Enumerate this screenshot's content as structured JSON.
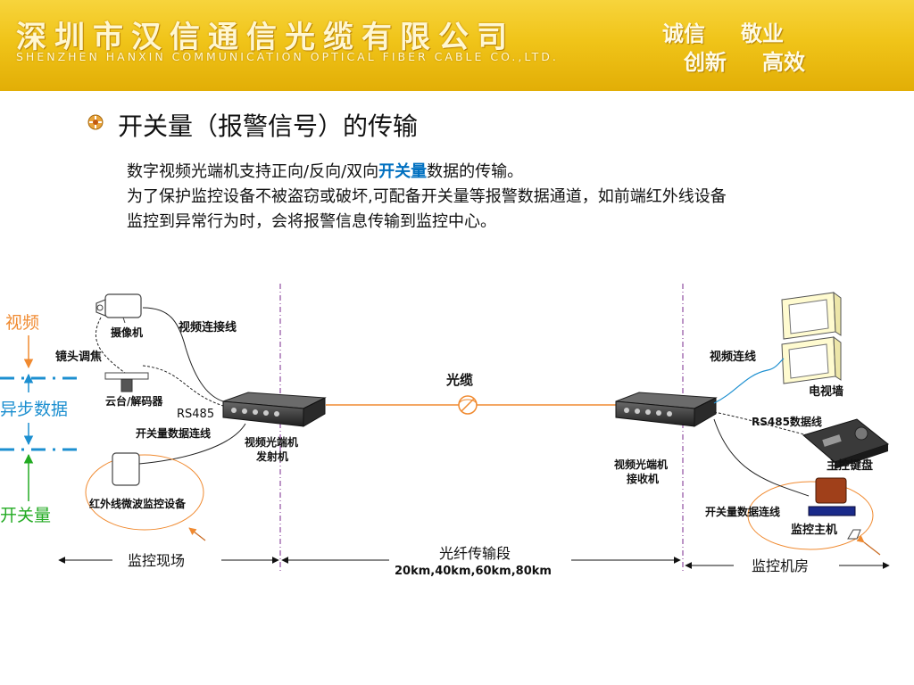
{
  "banner": {
    "title": "深圳市汉信通信光缆有限公司",
    "subtitle": "SHENZHEN HANXIN COMMUNICATION OPTICAL FIBER CABLE CO.,LTD.",
    "slogans": [
      "诚信",
      "敬业",
      "创新",
      "高效"
    ]
  },
  "heading": "开关量（报警信号）的传输",
  "para": {
    "line1_pre": "数字视频光端机支持正向/反向/双向",
    "line1_highlight": "开关量",
    "line1_post": "数据的传输。",
    "line2": "为了保护监控设备不被盗窃或破坏,可配备开关量等报警数据通道，如前端红外线设备",
    "line3": "监控到异常行为时，会将报警信息传输到监控中心。"
  },
  "colors": {
    "video": "#f08a30",
    "async_data": "#1c8fd0",
    "switch": "#22aa22",
    "fiber": "#f08a30",
    "highlight": "#0070c0",
    "divider": "#7a2a8c"
  },
  "legend": {
    "video": "视频",
    "async_data": "异步数据",
    "switch": "开关量"
  },
  "diagram": {
    "camera": "摄像机",
    "video_cable": "视频连接线",
    "lens_focus": "镜头调焦",
    "ptz_decoder": "云台/解码器",
    "rs485": "RS485",
    "switch_data_cable_left": "开关量数据连线",
    "tx_line1": "视频光端机",
    "tx_line2": "发射机",
    "ir_device": "红外线微波监控设备",
    "fiber_cable": "光缆",
    "rx_line1": "视频光端机",
    "rx_line2": "接收机",
    "video_line_right": "视频连线",
    "tv_wall": "电视墙",
    "rs485_data_line": "RS485数据线",
    "main_keyboard": "主控键盘",
    "switch_data_cable_right": "开关量数据连线",
    "monitor_host": "监控主机"
  },
  "sections": {
    "site": "监控现场",
    "fiber_segment": "光纤传输段",
    "distances": "20km,40km,60km,80km",
    "room": "监控机房"
  }
}
